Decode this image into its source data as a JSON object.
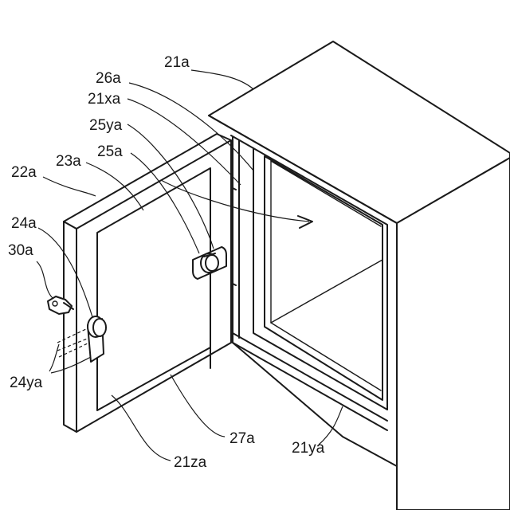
{
  "labels": {
    "l_21a": "21a",
    "l_26a": "26a",
    "l_21xa": "21xa",
    "l_25ya": "25ya",
    "l_25a": "25a",
    "l_23a": "23a",
    "l_22a": "22a",
    "l_24a": "24a",
    "l_30a": "30a",
    "l_24ya": "24ya",
    "l_27a": "27a",
    "l_21ya": "21ya",
    "l_21za": "21za"
  }
}
